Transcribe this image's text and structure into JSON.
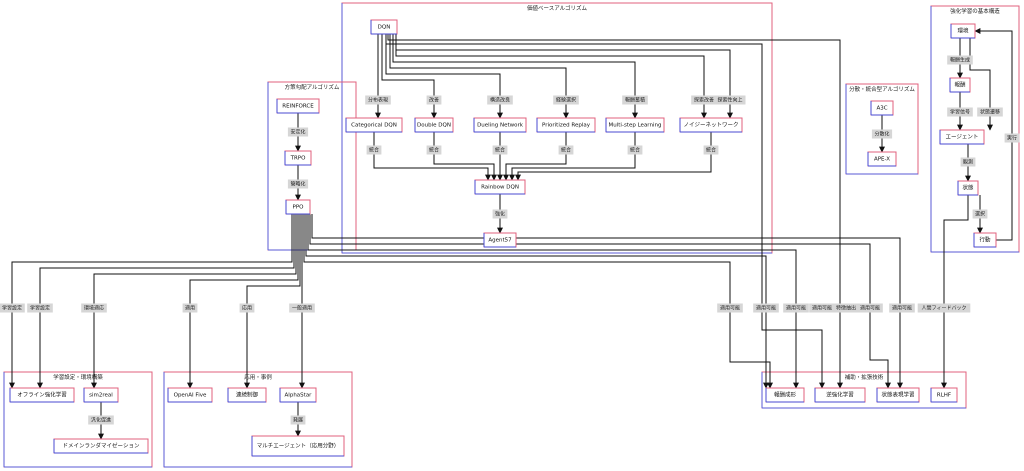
{
  "colors": {
    "group_red": "#e0607e",
    "group_blue": "#5a5ad6",
    "node_red": "#e0607e",
    "node_blue": "#4a4ad0",
    "edge": "#111111",
    "label_bg": "#d6d6d6"
  },
  "groups": {
    "value_based": "価値ベースアルゴリズム",
    "basic": "強化学習の基本構造",
    "policy": "方策勾配アルゴリズム",
    "distributed": "分散・統合型アルゴリズム",
    "learning_env": "学習設定・環境構築",
    "applications": "応用・事例",
    "aux": "補助・拡張技術"
  },
  "nodes": {
    "dqn": "DQN",
    "categorical": "Categorical DQN",
    "double": "Double DQN",
    "dueling": "Dueling Network",
    "prioritized": "Prioritized Replay",
    "multistep": "Multi-step Learning",
    "noisy": "ノイジーネットワーク",
    "rainbow": "Rainbow DQN",
    "agent57": "Agent57",
    "env": "環境",
    "reward": "報酬",
    "agent": "エージェント",
    "state": "状態",
    "action": "行動",
    "reinforce": "REINFORCE",
    "trpo": "TRPO",
    "ppo": "PPO",
    "a3c": "A3C",
    "apex": "APE-X",
    "offline": "オフライン強化学習",
    "sim2real": "sim2real",
    "domain_rand": "ドメインランダマイゼーション",
    "openai_five": "OpenAI Five",
    "robotics": "連続制御",
    "alphastar": "AlphaStar",
    "multiagent": "マルチエージェント（応用分野）",
    "reward_shaping": "報酬成形",
    "inverse_rl": "逆強化学習",
    "state_repr": "状態表現学習",
    "rlhf": "RLHF"
  },
  "edge_labels": {
    "distribution": "分布表現",
    "overest": "改善",
    "struct": "構造改良",
    "sampling": "経験選択",
    "multistep": "報酬蓄積",
    "explore": "探索改善",
    "explore2": "探索性向上",
    "integrate": "統合",
    "extend": "強化",
    "observe": "報酬生成",
    "learn": "学習信号",
    "transition": "状態遷移",
    "decide": "観測",
    "choose": "選択",
    "execute": "実行",
    "improve1": "安定化",
    "improve2": "簡略化",
    "parallel": "分散化",
    "setting1": "学習設定",
    "setting2": "学習設定",
    "env_adapt": "環境適応",
    "dr": "汎化促進",
    "app1": "適用",
    "app2": "応用",
    "app3": "一般適用",
    "ma": "発展",
    "aux1": "適用可能",
    "aux2": "適用可能",
    "aux3": "適用可能",
    "aux4": "適用可能",
    "aux5": "特徴抽出",
    "aux6": "適用可能",
    "aux7": "適用可能",
    "aux8": "人間フィードバック"
  }
}
